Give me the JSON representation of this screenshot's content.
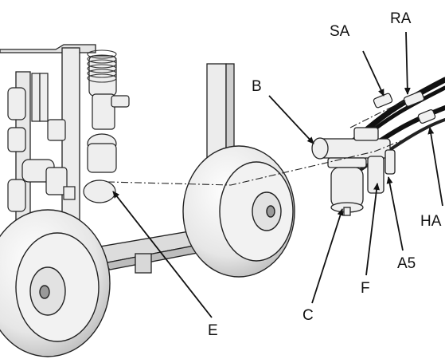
{
  "callouts": {
    "sa": "SA",
    "ra": "RA",
    "b": "B",
    "ha": "HA",
    "a5": "A5",
    "f": "F",
    "c": "C",
    "e": "E"
  }
}
